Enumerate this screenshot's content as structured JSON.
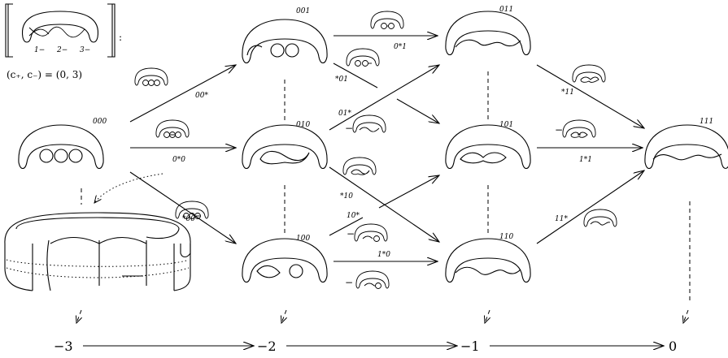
{
  "title_diagram": {
    "bracket_colon": ":",
    "crossing_labels": [
      "1−",
      "2−",
      "3−"
    ],
    "counts_text": "(c₊, c₋) = (0, 3)"
  },
  "vertices": [
    {
      "id": "v000",
      "label": "000"
    },
    {
      "id": "v001",
      "label": "001"
    },
    {
      "id": "v010",
      "label": "010"
    },
    {
      "id": "v100",
      "label": "100"
    },
    {
      "id": "v011",
      "label": "011"
    },
    {
      "id": "v101",
      "label": "101"
    },
    {
      "id": "v110",
      "label": "110"
    },
    {
      "id": "v111",
      "label": "111"
    }
  ],
  "edges": [
    {
      "label": "00*",
      "sign": ""
    },
    {
      "label": "0*0",
      "sign": ""
    },
    {
      "label": "*00",
      "sign": ""
    },
    {
      "label": "0*1",
      "sign": ""
    },
    {
      "label": "*01",
      "sign": ""
    },
    {
      "label": "01*",
      "sign": "−"
    },
    {
      "label": "*10",
      "sign": ""
    },
    {
      "label": "10*",
      "sign": "−"
    },
    {
      "label": "1*0",
      "sign": "−"
    },
    {
      "label": "*11",
      "sign": ""
    },
    {
      "label": "1*1",
      "sign": "−"
    },
    {
      "label": "11*",
      "sign": ""
    }
  ],
  "degree_axis": [
    "−3",
    "−2",
    "−1",
    "0"
  ]
}
